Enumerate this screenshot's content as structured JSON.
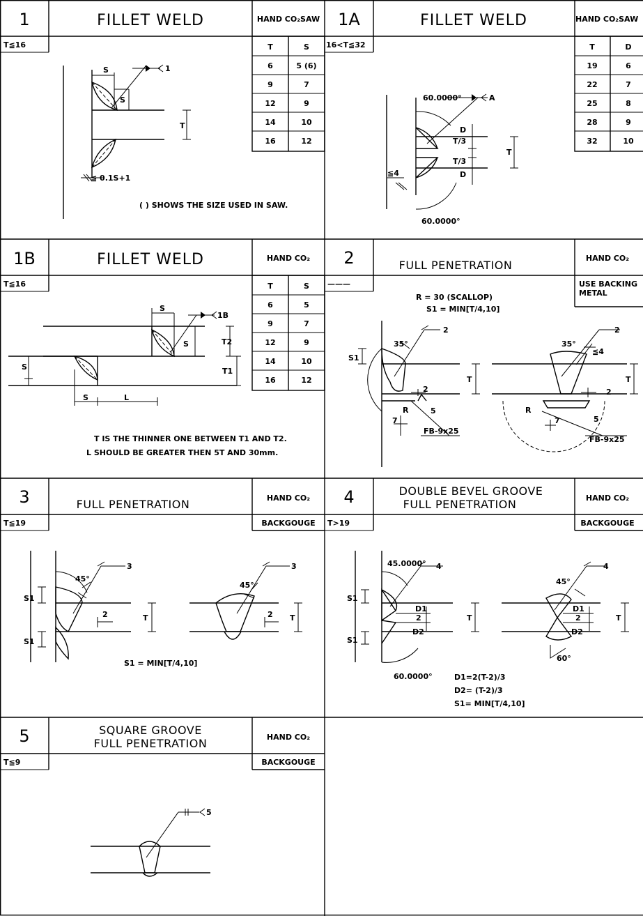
{
  "panels": {
    "p1": {
      "number": "1",
      "title": "FILLET WELD",
      "process": "HAND CO₂SAW",
      "condition": "T≦16",
      "table_headers": [
        "T",
        "S"
      ],
      "table_rows": [
        [
          "6",
          "5 (6)"
        ],
        [
          "9",
          "7"
        ],
        [
          "12",
          "9"
        ],
        [
          "14",
          "10"
        ],
        [
          "16",
          "12"
        ]
      ],
      "labels": {
        "s1": "S",
        "s2": "S",
        "t": "T",
        "ref": "1",
        "gap": "≦ 0.1S+1"
      },
      "note": "( ) SHOWS THE SIZE USED IN SAW."
    },
    "p1a": {
      "number": "1A",
      "title": "FILLET WELD",
      "process": "HAND CO₂SAW",
      "condition": "16<T≦32",
      "table_headers": [
        "T",
        "D"
      ],
      "table_rows": [
        [
          "19",
          "6"
        ],
        [
          "22",
          "7"
        ],
        [
          "25",
          "8"
        ],
        [
          "28",
          "9"
        ],
        [
          "32",
          "10"
        ]
      ],
      "labels": {
        "angle_top": "60.0000°",
        "angle_bottom": "60.0000°",
        "ref": "A",
        "d1": "D",
        "d2": "D",
        "t3a": "T/3",
        "t3b": "T/3",
        "t": "T",
        "gap": "≦4"
      }
    },
    "p1b": {
      "number": "1B",
      "title": "FILLET WELD",
      "process": "HAND CO₂",
      "condition": "T≦16",
      "table_headers": [
        "T",
        "S"
      ],
      "table_rows": [
        [
          "6",
          "5"
        ],
        [
          "9",
          "7"
        ],
        [
          "12",
          "9"
        ],
        [
          "14",
          "10"
        ],
        [
          "16",
          "12"
        ]
      ],
      "labels": {
        "s_top": "S",
        "s_mid": "S",
        "s_left": "S",
        "s_bot": "S",
        "l": "L",
        "t1": "T1",
        "t2": "T2",
        "ref": "1B"
      },
      "notes": [
        "T IS THE THINNER ONE BETWEEN T1 AND T2.",
        "L SHOULD BE GREATER THEN 5T AND 30mm."
      ]
    },
    "p2": {
      "number": "2",
      "title": "FULL PENETRATION",
      "process": "HAND CO₂",
      "condition": "———",
      "backing": [
        "USE BACKING",
        "METAL"
      ],
      "notes": [
        "R = 30 (SCALLOP)",
        "S1 = MIN[T/4,10]"
      ],
      "labels": {
        "ref1": "2",
        "ref2": "2",
        "a1": "35°",
        "a2": "35°",
        "s1": "S1",
        "t1": "T",
        "t2": "T",
        "g1": "2",
        "g2": "2",
        "r1": "R",
        "r2": "R",
        "f1": "5",
        "f2": "5",
        "n1": "7",
        "n2": "7",
        "fb1": "FB-9x25",
        "fb2": "FB-9x25",
        "le4": "≦4"
      }
    },
    "p3": {
      "number": "3",
      "title": "FULL PENETRATION",
      "process": "HAND CO₂",
      "condition": "T≦19",
      "back": "BACKGOUGE",
      "labels": {
        "ref1": "3",
        "ref2": "3",
        "a1": "45°",
        "a2": "45°",
        "s1a": "S1",
        "s1b": "S1",
        "t1": "T",
        "t2": "T",
        "g1": "2",
        "g2": "2"
      },
      "note": "S1 = MIN[T/4,10]"
    },
    "p4": {
      "number": "4",
      "title_lines": [
        "DOUBLE BEVEL GROOVE",
        "FULL PENETRATION"
      ],
      "process": "HAND CO₂",
      "condition": "T>19",
      "back": "BACKGOUGE",
      "labels": {
        "ref1": "4",
        "ref2": "4",
        "a1": "45.0000°",
        "a2": "45°",
        "a3": "60.0000°",
        "a4": "60°",
        "s1a": "S1",
        "s1b": "S1",
        "d1a": "D1",
        "d2a": "D2",
        "d1b": "D1",
        "d2b": "D2",
        "ga": "2",
        "gb": "2",
        "t1": "T",
        "t2": "T"
      },
      "notes": [
        "D1=2(T-2)/3",
        "D2= (T-2)/3",
        "S1= MIN[T/4,10]"
      ]
    },
    "p5": {
      "number": "5",
      "title_lines": [
        "SQUARE GROOVE",
        "FULL PENETRATION"
      ],
      "process": "HAND CO₂",
      "condition": "T≦9",
      "back": "BACKGOUGE",
      "labels": {
        "ref": "5"
      }
    }
  }
}
